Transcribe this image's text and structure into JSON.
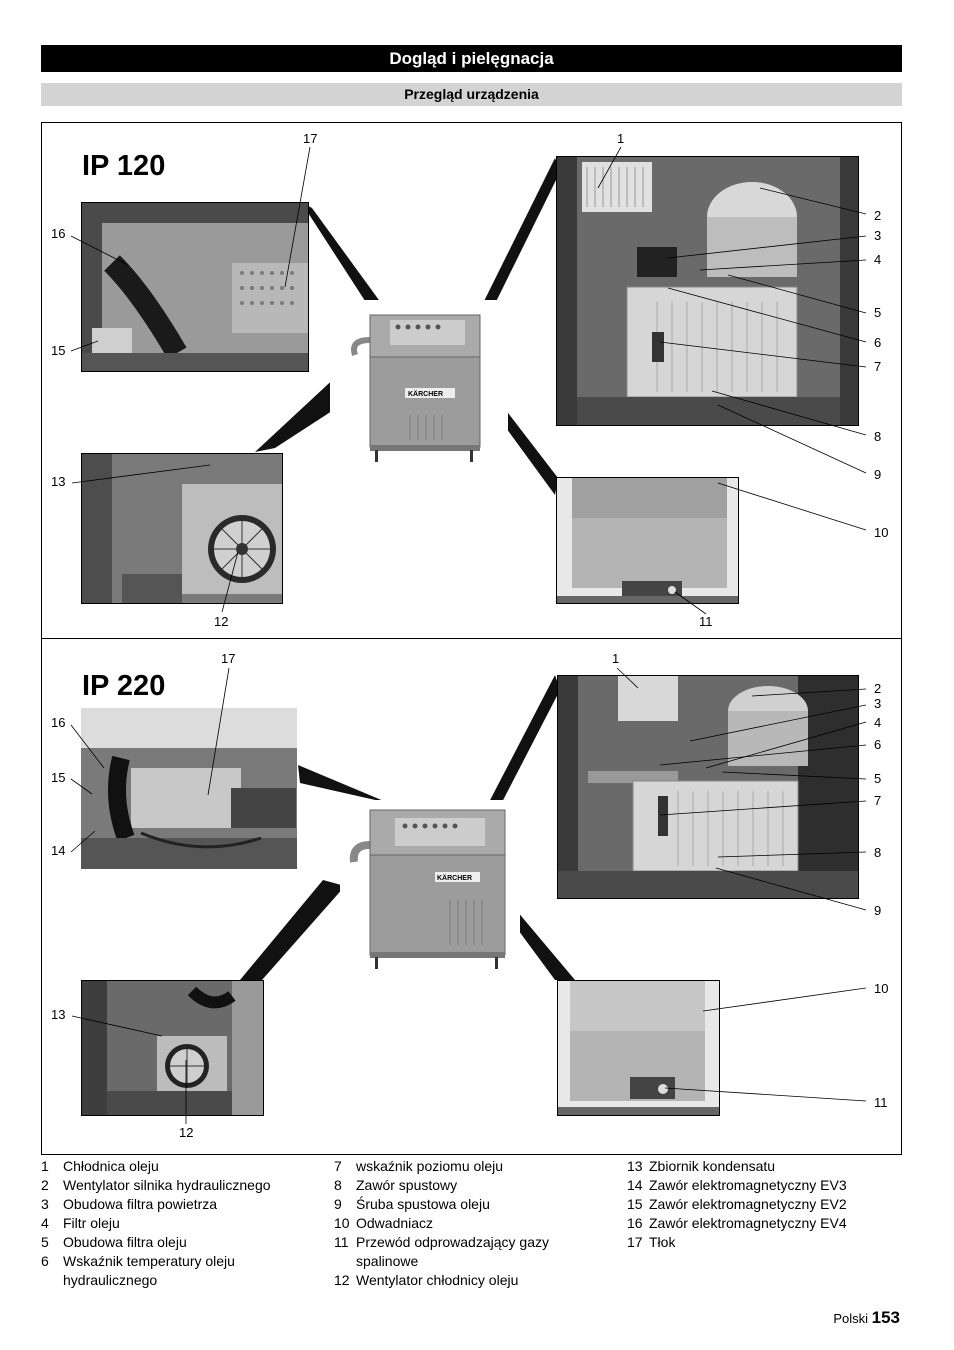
{
  "header": {
    "section_title": "Dogląd i pielęgnacja",
    "subsection_title": "Przegląd urządzenia"
  },
  "figures": {
    "ip120": {
      "label": "IP 120"
    },
    "ip220": {
      "label": "IP 220"
    },
    "logo_text": "KÄRCHER"
  },
  "callouts": {
    "n1": "1",
    "n2": "2",
    "n3": "3",
    "n4": "4",
    "n5": "5",
    "n6": "6",
    "n7": "7",
    "n8": "8",
    "n9": "9",
    "n10": "10",
    "n11": "11",
    "n12": "12",
    "n13": "13",
    "n14": "14",
    "n15": "15",
    "n16": "16",
    "n17": "17"
  },
  "legend": {
    "col1": [
      {
        "num": "1",
        "text": "Chłodnica oleju"
      },
      {
        "num": "2",
        "text": "Wentylator silnika hydraulicznego"
      },
      {
        "num": "3",
        "text": "Obudowa filtra powietrza"
      },
      {
        "num": "4",
        "text": "Filtr oleju"
      },
      {
        "num": "5",
        "text": "Obudowa filtra oleju"
      },
      {
        "num": "6",
        "text": "Wskaźnik temperatury oleju hydraulicznego"
      }
    ],
    "col2": [
      {
        "num": "7",
        "text": "wskaźnik poziomu oleju"
      },
      {
        "num": "8",
        "text": "Zawór spustowy"
      },
      {
        "num": "9",
        "text": "Śruba spustowa oleju"
      },
      {
        "num": "10",
        "text": "Odwadniacz"
      },
      {
        "num": "11",
        "text": "Przewód odprowadzający gazy spalinowe"
      },
      {
        "num": "12",
        "text": "Wentylator chłodnicy oleju"
      }
    ],
    "col3": [
      {
        "num": "13",
        "text": "Zbiornik kondensatu"
      },
      {
        "num": "14",
        "text": "Zawór elektromagnetyczny EV3"
      },
      {
        "num": "15",
        "text": "Zawór elektromagnetyczny EV2"
      },
      {
        "num": "16",
        "text": "Zawór elektromagnetyczny EV4"
      },
      {
        "num": "17",
        "text": "Tłok"
      }
    ]
  },
  "footer": {
    "language": "Polski",
    "page_number": "153"
  }
}
